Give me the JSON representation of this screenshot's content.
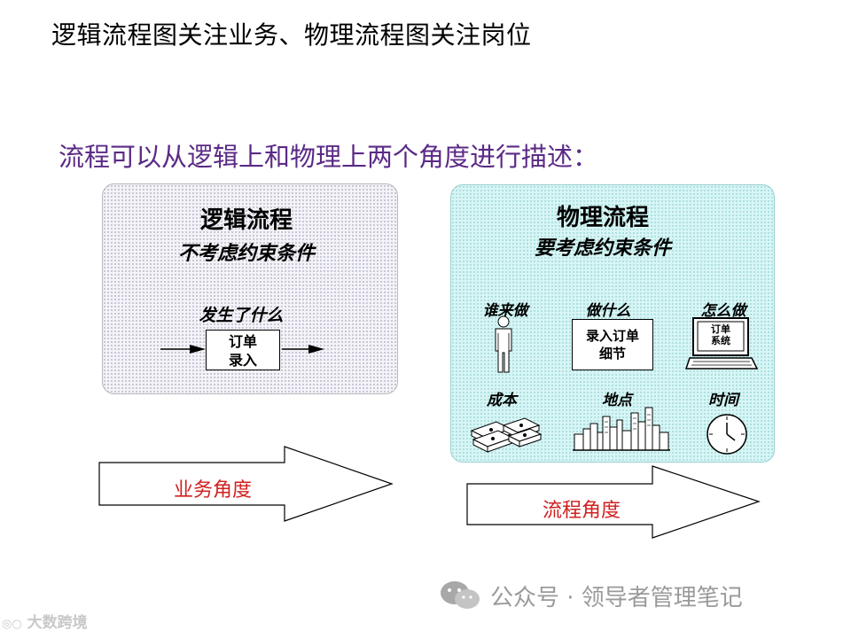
{
  "title": "逻辑流程图关注业务、物理流程图关注岗位",
  "subtitle": "流程可以从逻辑上和物理上两个角度进行描述：",
  "logic_panel": {
    "heading": "逻辑流程",
    "subheading": "不考虑约束条件",
    "what_label": "发生了什么",
    "box_line1": "订单",
    "box_line2": "录入"
  },
  "physical_panel": {
    "heading": "物理流程",
    "subheading": "要考虑约束条件",
    "who_label": "谁来做",
    "what_label": "做什么",
    "how_label": "怎么做",
    "task_line1": "录入订单",
    "task_line2": "细节",
    "screen_line1": "订单",
    "screen_line2": "系统",
    "cost_label": "成本",
    "place_label": "地点",
    "time_label": "时间"
  },
  "arrows": {
    "business": "业务角度",
    "process": "流程角度"
  },
  "watermark": {
    "text": "公众号 · 领导者管理笔记",
    "corner": "大数跨境"
  },
  "colors": {
    "subtitle": "#5b2a86",
    "arrow_text": "#d02020",
    "logic_panel_bg": "#f3f3f8",
    "physical_panel_bg": "#d8f5f5"
  }
}
